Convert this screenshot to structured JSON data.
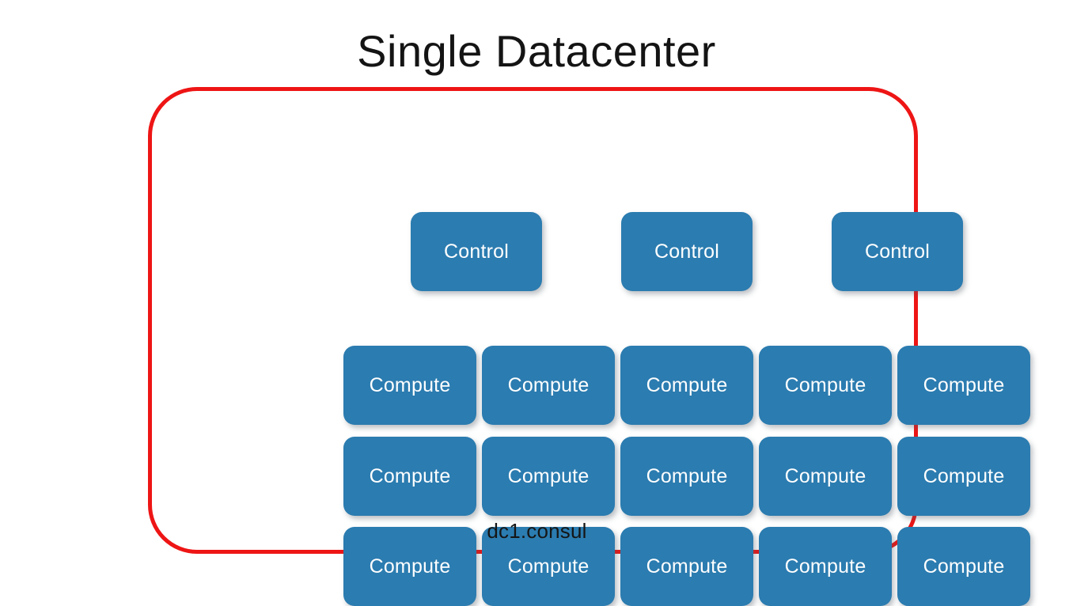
{
  "slide": {
    "title": "Single Datacenter",
    "background_color": "#ffffff"
  },
  "datacenter": {
    "label": "dc1.consul",
    "border_color": "#ee1515",
    "node_color": "#2b7cb0",
    "node_text_color": "#ffffff",
    "control_row": [
      {
        "label": "Control"
      },
      {
        "label": "Control"
      },
      {
        "label": "Control"
      }
    ],
    "compute_rows": [
      [
        {
          "label": "Compute"
        },
        {
          "label": "Compute"
        },
        {
          "label": "Compute"
        },
        {
          "label": "Compute"
        },
        {
          "label": "Compute"
        }
      ],
      [
        {
          "label": "Compute"
        },
        {
          "label": "Compute"
        },
        {
          "label": "Compute"
        },
        {
          "label": "Compute"
        },
        {
          "label": "Compute"
        }
      ],
      [
        {
          "label": "Compute"
        },
        {
          "label": "Compute"
        },
        {
          "label": "Compute"
        },
        {
          "label": "Compute"
        },
        {
          "label": "Compute"
        }
      ]
    ]
  }
}
